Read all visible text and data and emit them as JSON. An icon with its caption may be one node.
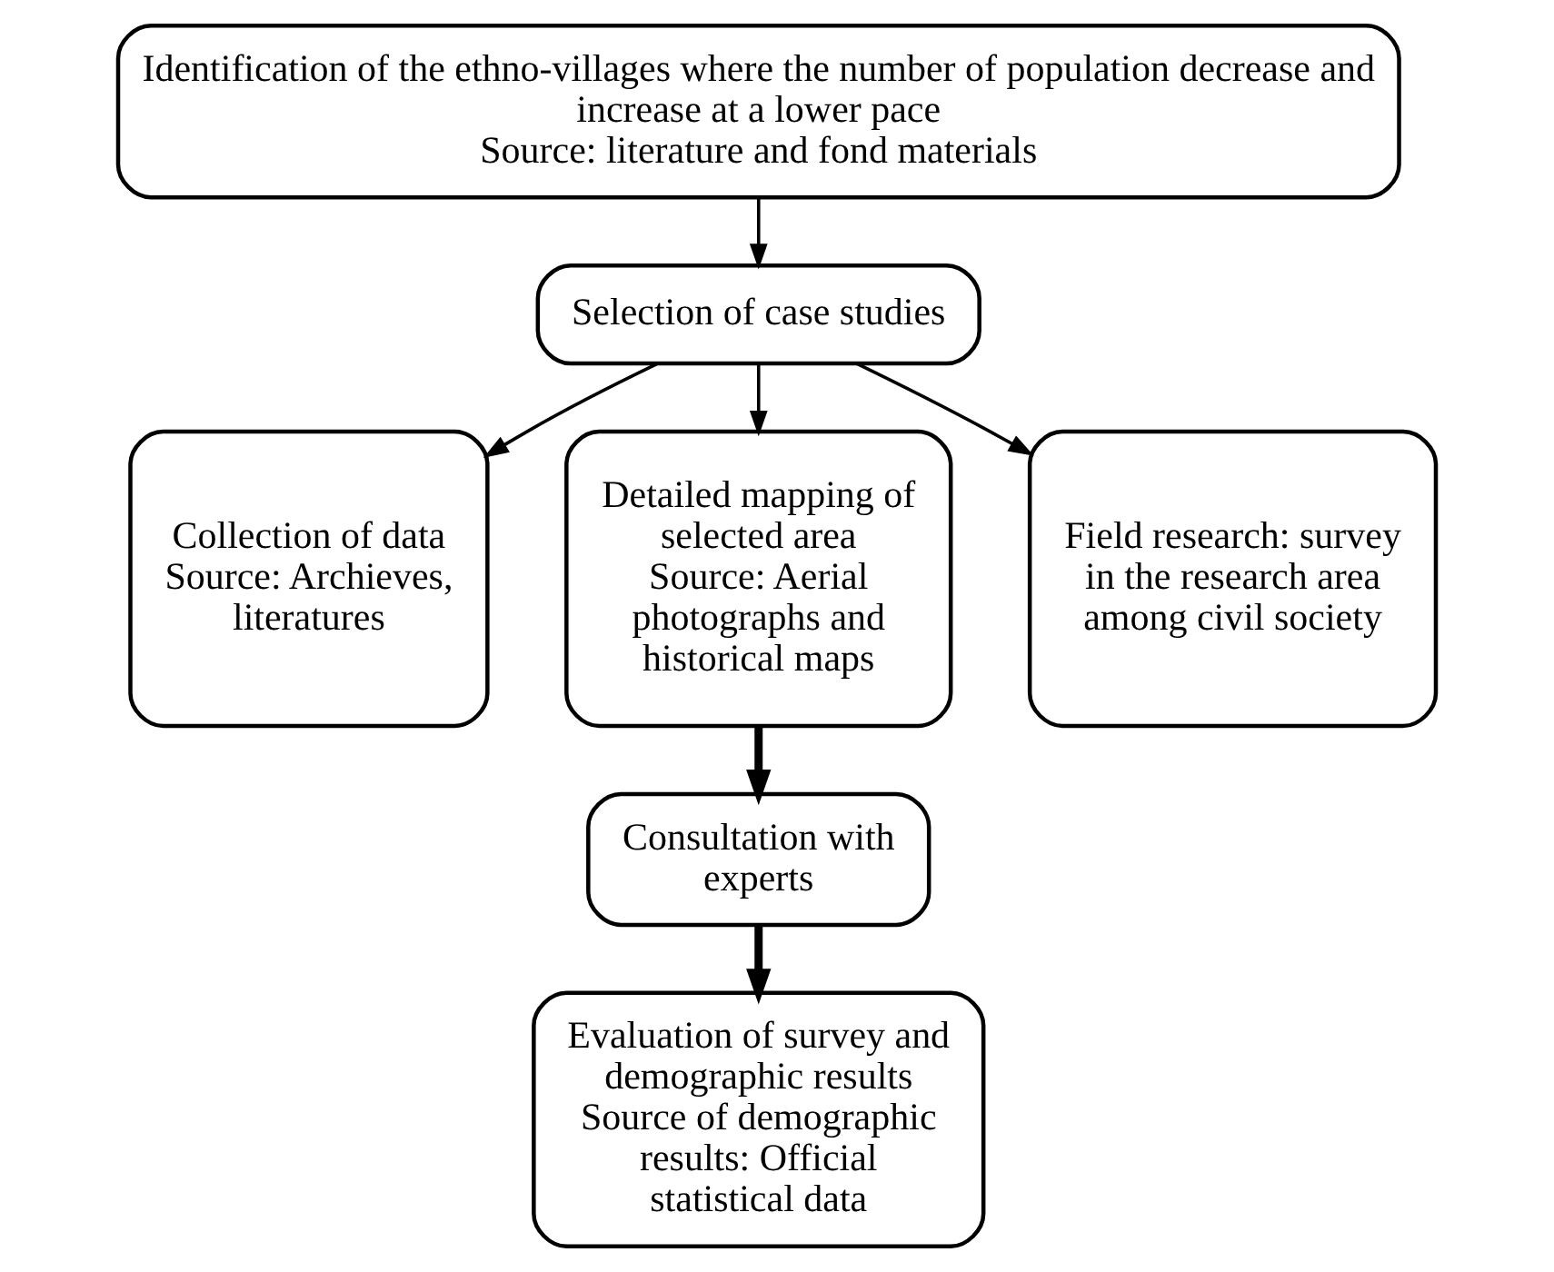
{
  "diagram": {
    "nodes": [
      {
        "text": [
          "Identification of the ethno-villages where the number of population decrease and increase at a lower pace",
          "Source: literature and fond materials"
        ]
      },
      {
        "text": [
          "Selection of case studies"
        ]
      },
      {
        "text": [
          "Collection of data",
          "Source: Archieves, literatures"
        ]
      },
      {
        "text": [
          "Detailed mapping of selected area",
          "Source: Aerial photographs and historical maps"
        ]
      },
      {
        "text": [
          "Field research: survey in the research area among civil society"
        ]
      },
      {
        "text": [
          "Consultation with experts"
        ]
      },
      {
        "text": [
          "Evaluation of survey and demographic results",
          "Source of demographic results: Official statistical data"
        ]
      }
    ],
    "edges": [
      {
        "from": 0,
        "to": 1,
        "arrow": "to"
      },
      {
        "from": 1,
        "to": 2,
        "arrow": "to"
      },
      {
        "from": 1,
        "to": 3,
        "arrow": "to"
      },
      {
        "from": 1,
        "to": 4,
        "arrow": "to"
      },
      {
        "from": 3,
        "to": 5,
        "arrow": "to",
        "style": "thick"
      },
      {
        "from": 5,
        "to": 6,
        "arrow": "to",
        "style": "thick"
      }
    ]
  }
}
